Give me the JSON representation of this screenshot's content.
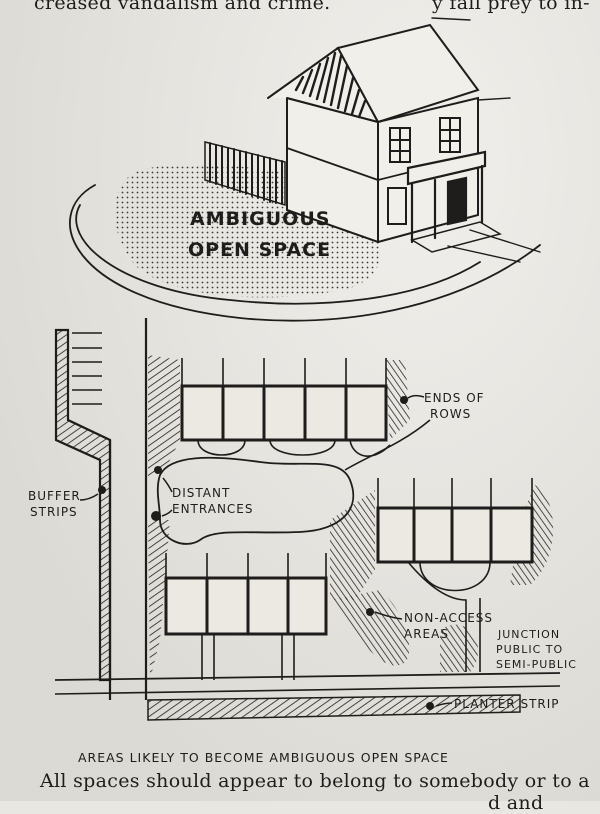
{
  "page": {
    "text_top": "creased vandalism and crime.",
    "text_top_right": "y fall prey to in-",
    "text_bottom": "All spaces should appear to belong to somebody or to a",
    "text_bottom_right": "d and"
  },
  "house_sketch": {
    "label_line1": "AMBIGUOUS",
    "label_line2": "OPEN SPACE"
  },
  "site_plan": {
    "labels": {
      "ends_of_rows_1": "ENDS OF",
      "ends_of_rows_2": "ROWS",
      "buffer_strips_1": "BUFFER",
      "buffer_strips_2": "STRIPS",
      "distant_entrances_1": "DISTANT",
      "distant_entrances_2": "ENTRANCES",
      "non_access_1": "NON-ACCESS",
      "non_access_2": "AREAS",
      "junction_1": "JUNCTION",
      "junction_2": "PUBLIC TO",
      "junction_3": "SEMI-PUBLIC",
      "planter_strip": "PLANTER STRIP"
    },
    "caption": "AREAS LIKELY TO BECOME AMBIGUOUS OPEN SPACE"
  }
}
